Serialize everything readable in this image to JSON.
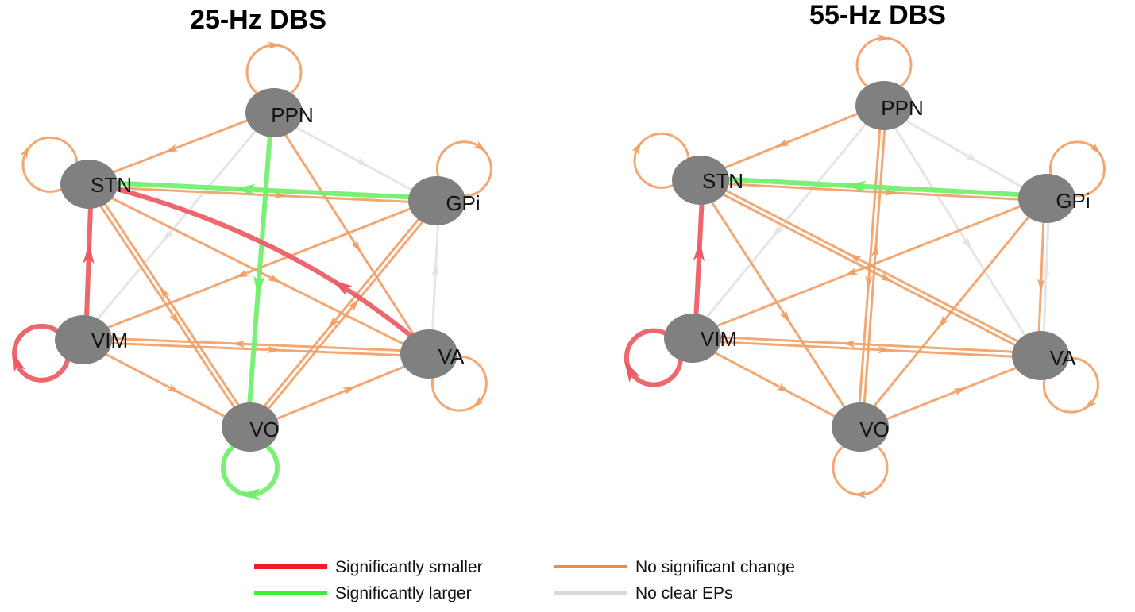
{
  "panels": [
    {
      "id": "25hz",
      "title": "25-Hz DBS",
      "nodes": [
        {
          "id": "PPN",
          "label": "PPN"
        },
        {
          "id": "STN",
          "label": "STN"
        },
        {
          "id": "GPi",
          "label": "GPi"
        },
        {
          "id": "VIM",
          "label": "VIM"
        },
        {
          "id": "VA",
          "label": "VA"
        },
        {
          "id": "VO",
          "label": "VO"
        }
      ],
      "edges": [
        {
          "from": "PPN",
          "to": "STN",
          "status": "no_change"
        },
        {
          "from": "PPN",
          "to": "GPi",
          "status": "no_clear"
        },
        {
          "from": "PPN",
          "to": "VIM",
          "status": "no_clear"
        },
        {
          "from": "PPN",
          "to": "VA",
          "status": "no_change"
        },
        {
          "from": "PPN",
          "to": "VO",
          "status": "larger"
        },
        {
          "from": "GPi",
          "to": "STN",
          "status": "larger"
        },
        {
          "from": "VA",
          "to": "STN",
          "status": "smaller"
        },
        {
          "from": "VIM",
          "to": "STN",
          "status": "smaller"
        },
        {
          "from": "STN",
          "to": "VA",
          "status": "no_change"
        },
        {
          "from": "STN",
          "to": "VO",
          "status": "no_change"
        },
        {
          "from": "GPi",
          "to": "VIM",
          "status": "no_change"
        },
        {
          "from": "GPi",
          "to": "VO",
          "status": "no_change"
        },
        {
          "from": "VA",
          "to": "GPi",
          "status": "no_clear"
        },
        {
          "from": "VIM",
          "to": "VA",
          "status": "no_change"
        },
        {
          "from": "VA",
          "to": "VIM",
          "status": "no_change"
        },
        {
          "from": "VIM",
          "to": "VO",
          "status": "no_change"
        },
        {
          "from": "VO",
          "to": "VA",
          "status": "no_change"
        },
        {
          "from": "VO",
          "to": "GPi",
          "status": "no_change"
        },
        {
          "from": "STN",
          "to": "GPi",
          "status": "no_change"
        },
        {
          "from": "VO",
          "to": "STN",
          "status": "no_change"
        }
      ],
      "self_loops": [
        {
          "node": "PPN",
          "status": "no_change"
        },
        {
          "node": "STN",
          "status": "no_change"
        },
        {
          "node": "GPi",
          "status": "no_change"
        },
        {
          "node": "VIM",
          "status": "smaller"
        },
        {
          "node": "VA",
          "status": "no_change"
        },
        {
          "node": "VO",
          "status": "larger"
        }
      ]
    },
    {
      "id": "55hz",
      "title": "55-Hz DBS",
      "nodes": [
        {
          "id": "PPN",
          "label": "PPN"
        },
        {
          "id": "STN",
          "label": "STN"
        },
        {
          "id": "GPi",
          "label": "GPi"
        },
        {
          "id": "VIM",
          "label": "VIM"
        },
        {
          "id": "VA",
          "label": "VA"
        },
        {
          "id": "VO",
          "label": "VO"
        }
      ],
      "edges": [
        {
          "from": "PPN",
          "to": "STN",
          "status": "no_change"
        },
        {
          "from": "PPN",
          "to": "GPi",
          "status": "no_clear"
        },
        {
          "from": "PPN",
          "to": "VIM",
          "status": "no_clear"
        },
        {
          "from": "PPN",
          "to": "VA",
          "status": "no_clear"
        },
        {
          "from": "PPN",
          "to": "VO",
          "status": "no_change"
        },
        {
          "from": "GPi",
          "to": "STN",
          "status": "larger"
        },
        {
          "from": "VIM",
          "to": "STN",
          "status": "smaller"
        },
        {
          "from": "STN",
          "to": "VA",
          "status": "no_change"
        },
        {
          "from": "VA",
          "to": "STN",
          "status": "no_change"
        },
        {
          "from": "STN",
          "to": "VO",
          "status": "no_change"
        },
        {
          "from": "GPi",
          "to": "VIM",
          "status": "no_change"
        },
        {
          "from": "GPi",
          "to": "VO",
          "status": "no_change"
        },
        {
          "from": "GPi",
          "to": "VA",
          "status": "no_change"
        },
        {
          "from": "VA",
          "to": "GPi",
          "status": "no_clear"
        },
        {
          "from": "VIM",
          "to": "VA",
          "status": "no_change"
        },
        {
          "from": "VA",
          "to": "VIM",
          "status": "no_change"
        },
        {
          "from": "VIM",
          "to": "VO",
          "status": "no_change"
        },
        {
          "from": "VO",
          "to": "VA",
          "status": "no_change"
        },
        {
          "from": "VO",
          "to": "PPN",
          "status": "no_change"
        },
        {
          "from": "STN",
          "to": "GPi",
          "status": "no_change"
        }
      ],
      "self_loops": [
        {
          "node": "PPN",
          "status": "no_change"
        },
        {
          "node": "STN",
          "status": "no_change"
        },
        {
          "node": "GPi",
          "status": "no_change"
        },
        {
          "node": "VIM",
          "status": "smaller"
        },
        {
          "node": "VA",
          "status": "no_change"
        },
        {
          "node": "VO",
          "status": "no_change"
        }
      ]
    }
  ],
  "legend": [
    {
      "key": "smaller",
      "label": "Significantly smaller",
      "color": "#ee1c24"
    },
    {
      "key": "larger",
      "label": "Significantly larger",
      "color": "#3dee3d"
    },
    {
      "key": "no_change",
      "label": "No significant change",
      "color": "#f08a3c"
    },
    {
      "key": "no_clear",
      "label": "No clear EPs",
      "color": "#d9d9d9"
    }
  ],
  "colors": {
    "node": "#808080",
    "smaller": "#ec5a63",
    "larger": "#6ff06a",
    "no_change": "#f2a066",
    "no_clear": "#e3e3e3"
  }
}
